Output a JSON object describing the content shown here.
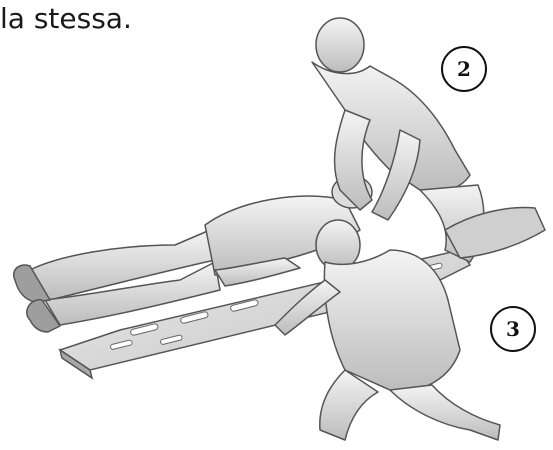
{
  "caption": "la stessa.",
  "callouts": {
    "rescuer_2": "2",
    "rescuer_3": "3"
  },
  "colors": {
    "figure_fill": "#e8e8e8",
    "figure_shade": "#bdbdbd",
    "outline": "#555555",
    "board": "#d9d9d9"
  }
}
